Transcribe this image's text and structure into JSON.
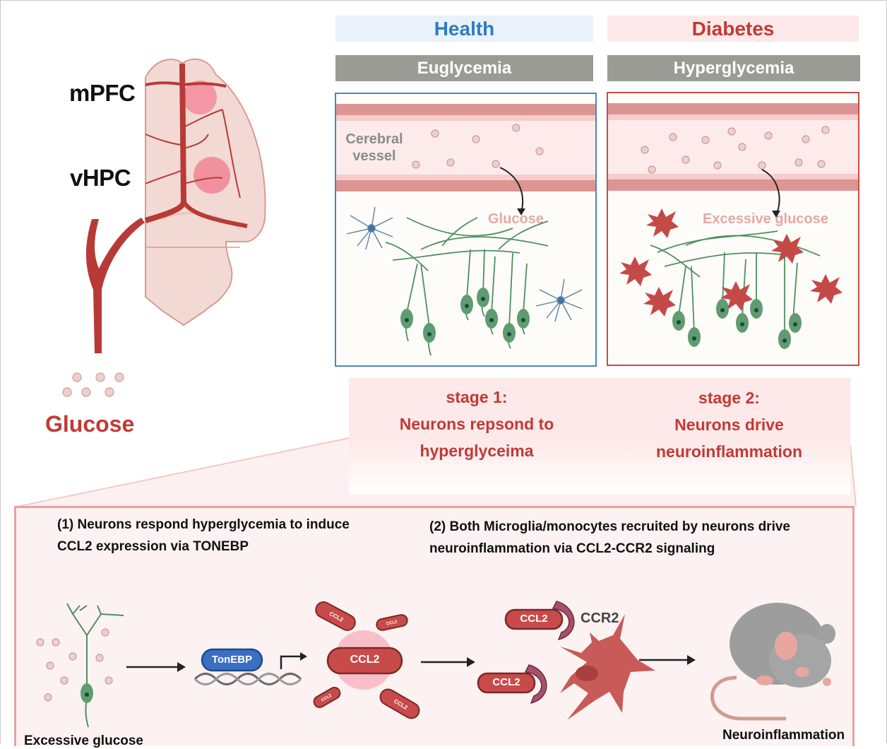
{
  "brain": {
    "regions": [
      "mPFC",
      "vHPC"
    ],
    "glucose_label": "Glucose"
  },
  "columns": [
    {
      "header": "Health",
      "condition": "Euglycemia",
      "vessel_label_line1": "Cerebral",
      "vessel_label_line2": "vessel",
      "glucose_label": "Glucose",
      "accent": "#2f7bc4"
    },
    {
      "header": "Diabetes",
      "condition": "Hyperglycemia",
      "glucose_label": "Excessive glucose",
      "accent": "#c13a35"
    }
  ],
  "stages": [
    {
      "title": "stage 1:",
      "line1": "Neurons repsond to",
      "line2": "hyperglyceima"
    },
    {
      "title": "stage 2:",
      "line1": "Neurons drive",
      "line2": "neuroinflammation"
    }
  ],
  "mechanism": {
    "step1_line1": "(1) Neurons respond hyperglycemia to induce",
    "step1_line2": "CCL2 expression via TONEBP",
    "step2_line1": "(2) Both Microglia/monocytes recruited by neurons drive",
    "step2_line2": "neuroinflammation  via CCL2-CCR2 signaling",
    "transcription_factor": "TonEBP",
    "chemokine": "CCL2",
    "receptor": "CCR2",
    "left_caption": "Excessive glucose",
    "right_caption": "Neuroinflammation"
  },
  "colors": {
    "health_blue": "#2f7bc4",
    "diabetes_red": "#c13a35",
    "neuron_green": "#4f8f63",
    "microglia_red": "#c44a48",
    "astrocyte_blue": "#5a7fa6"
  }
}
